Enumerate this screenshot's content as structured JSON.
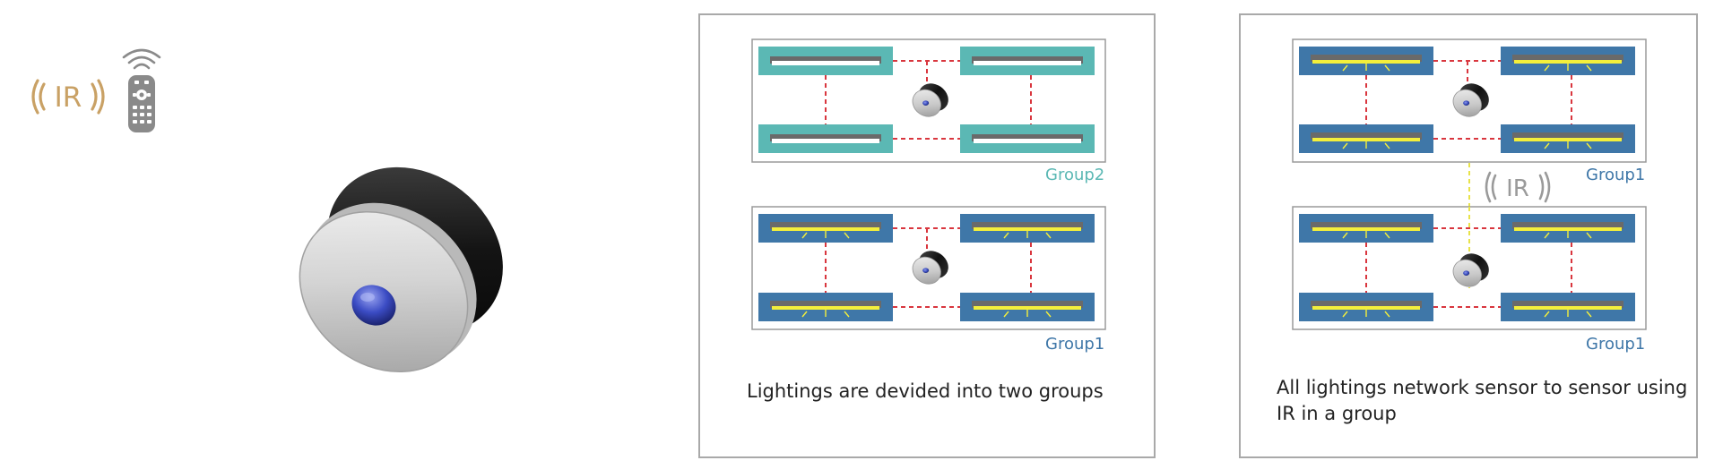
{
  "left": {
    "ir_icon_label": "IR",
    "ir_color": "#c9a165"
  },
  "panel1": {
    "group_top_label": "Group2",
    "group_bottom_label": "Group1",
    "caption": "Lightings are devided into two groups"
  },
  "panel2": {
    "group_top_label": "Group1",
    "group_bottom_label": "Group1",
    "ir_label": "IR",
    "caption_line1": "All lightings network sensor to sensor using",
    "caption_line2": "IR in a group"
  },
  "colors": {
    "group2_teal": "#5bb8b4",
    "group1_blue": "#3f77a8",
    "network_red": "#d9363e",
    "ir_link_yellow": "#e8e34a",
    "light_on": "#f4ef3b",
    "panel_border": "#a9a9a9"
  }
}
